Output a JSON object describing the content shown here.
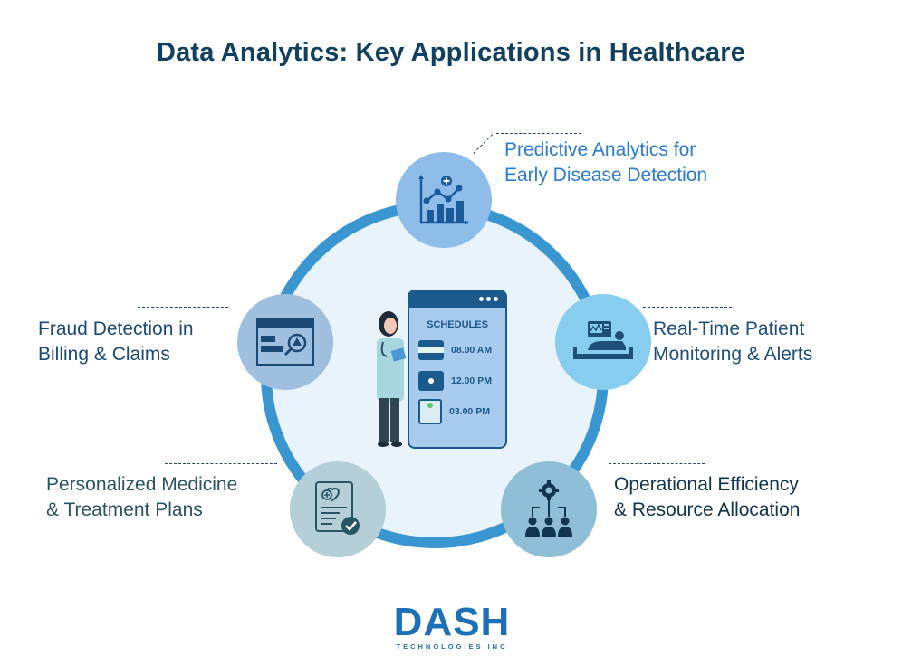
{
  "title": "Data Analytics: Key Applications in Healthcare",
  "center": {
    "panel_title": "SCHEDULES",
    "schedule": [
      {
        "icon": "medical-briefcase-icon",
        "time": "08.00 AM"
      },
      {
        "icon": "medical-folder-icon",
        "time": "12.00 PM"
      },
      {
        "icon": "clipboard-icon",
        "time": "03.00 PM"
      }
    ]
  },
  "applications": [
    {
      "id": "predictive",
      "line1": "Predictive Analytics for",
      "line2": "Early Disease Detection",
      "icon": "chart-growth-icon",
      "color": "#8fbde9",
      "text_color": "#2a7ccf"
    },
    {
      "id": "monitoring",
      "line1": "Real-Time Patient",
      "line2": "Monitoring & Alerts",
      "icon": "patient-bed-monitor-icon",
      "color": "#86cdf0",
      "text_color": "#1d4f79"
    },
    {
      "id": "operational",
      "line1": "Operational Efficiency",
      "line2": "& Resource Allocation",
      "icon": "gear-team-icon",
      "color": "#8fbfd6",
      "text_color": "#12354f"
    },
    {
      "id": "personalized",
      "line1": "Personalized Medicine",
      "line2": "& Treatment Plans",
      "icon": "medical-report-check-icon",
      "color": "#b4cfd8",
      "text_color": "#2b5463"
    },
    {
      "id": "fraud",
      "line1": "Fraud Detection in",
      "line2": "Billing & Claims",
      "icon": "fraud-search-icon",
      "color": "#9fbfdf",
      "text_color": "#1d4a75"
    }
  ],
  "colors": {
    "ring": "#3a96d1",
    "ring_fill": "#e8f3fc",
    "title": "#12405f",
    "logo": "#1d6fb8"
  },
  "logo": {
    "main": "DASH",
    "sub": "TECHNOLOGIES INC"
  }
}
